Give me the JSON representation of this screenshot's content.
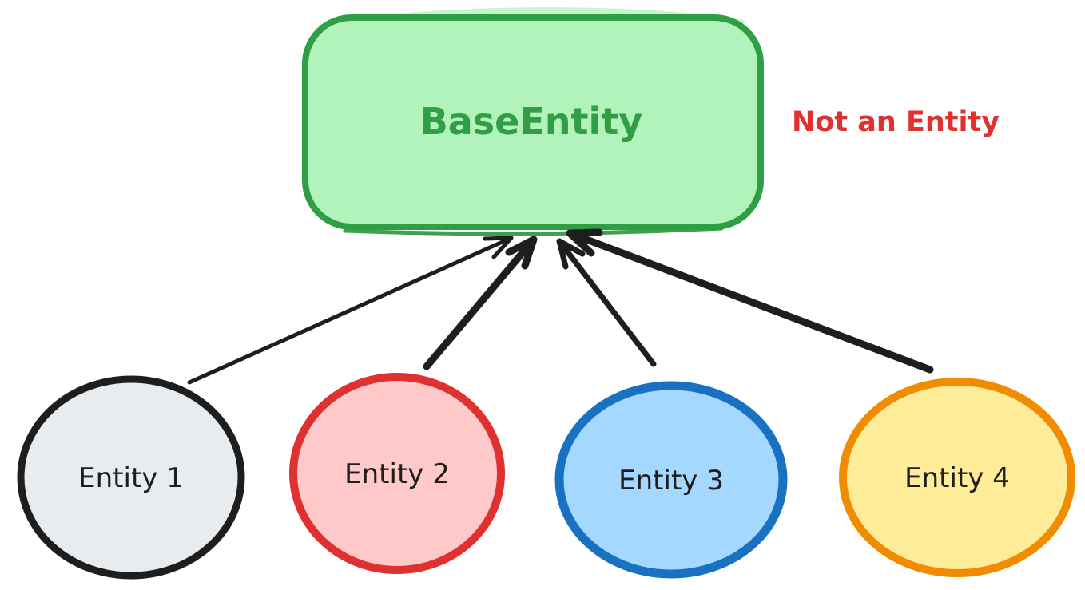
{
  "diagram": {
    "base_entity": {
      "label": "BaseEntity",
      "fill": "#b2f2bb",
      "stroke": "#2f9e44",
      "text_color": "#2f9e44"
    },
    "annotation": {
      "label": "Not an Entity",
      "color": "#e03131"
    },
    "entities": [
      {
        "label": "Entity 1",
        "fill": "#e9ecef",
        "stroke": "#1e1e1e"
      },
      {
        "label": "Entity 2",
        "fill": "#ffc9c9",
        "stroke": "#e03131"
      },
      {
        "label": "Entity 3",
        "fill": "#a5d8ff",
        "stroke": "#1971c2"
      },
      {
        "label": "Entity 4",
        "fill": "#ffec99",
        "stroke": "#f08c00"
      }
    ],
    "arrows": {
      "color": "#1e1e1e"
    }
  }
}
